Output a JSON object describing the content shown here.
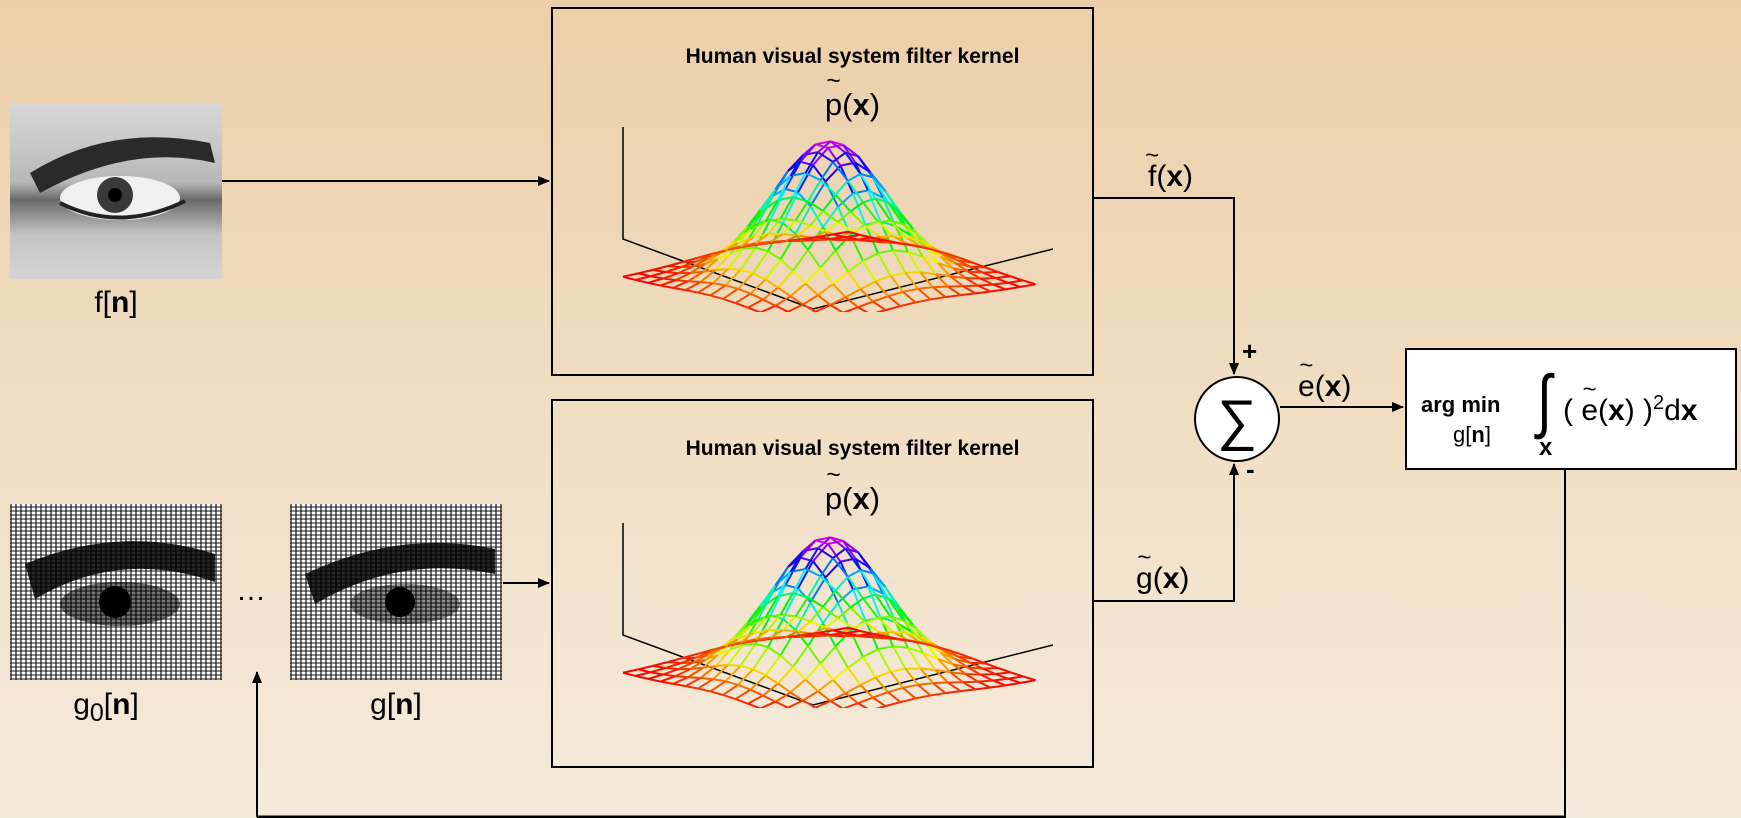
{
  "filters": {
    "top": {
      "title": "Human visual system filter kernel",
      "fn": "p",
      "arg": "x"
    },
    "bottom": {
      "title": "Human visual system filter kernel",
      "fn": "p",
      "arg": "x"
    }
  },
  "images": {
    "f": {
      "caption_fn": "f",
      "caption_idx": "n"
    },
    "g0": {
      "caption_fn": "g",
      "caption_sub": "0",
      "caption_idx": "n"
    },
    "g": {
      "caption_fn": "g",
      "caption_idx": "n"
    },
    "ellipsis": "…"
  },
  "signals": {
    "f_tilde": {
      "fn": "f",
      "arg": "x"
    },
    "g_tilde": {
      "fn": "g",
      "arg": "x"
    },
    "e_tilde": {
      "fn": "e",
      "arg": "x"
    }
  },
  "sum": {
    "symbol": "∑",
    "plus": "+",
    "minus": "-"
  },
  "objective": {
    "label": "arg min",
    "var_fn": "g",
    "var_idx": "n",
    "integral": "∫",
    "integral_var": "x",
    "open": "(",
    "err_fn": "e",
    "err_arg": "x",
    "close": ")",
    "power": "2",
    "d": "d",
    "dvar": "x"
  },
  "colors": {
    "line": "#000000",
    "mesh_peak": "#e000e0",
    "mesh_base": "#ff0000"
  }
}
